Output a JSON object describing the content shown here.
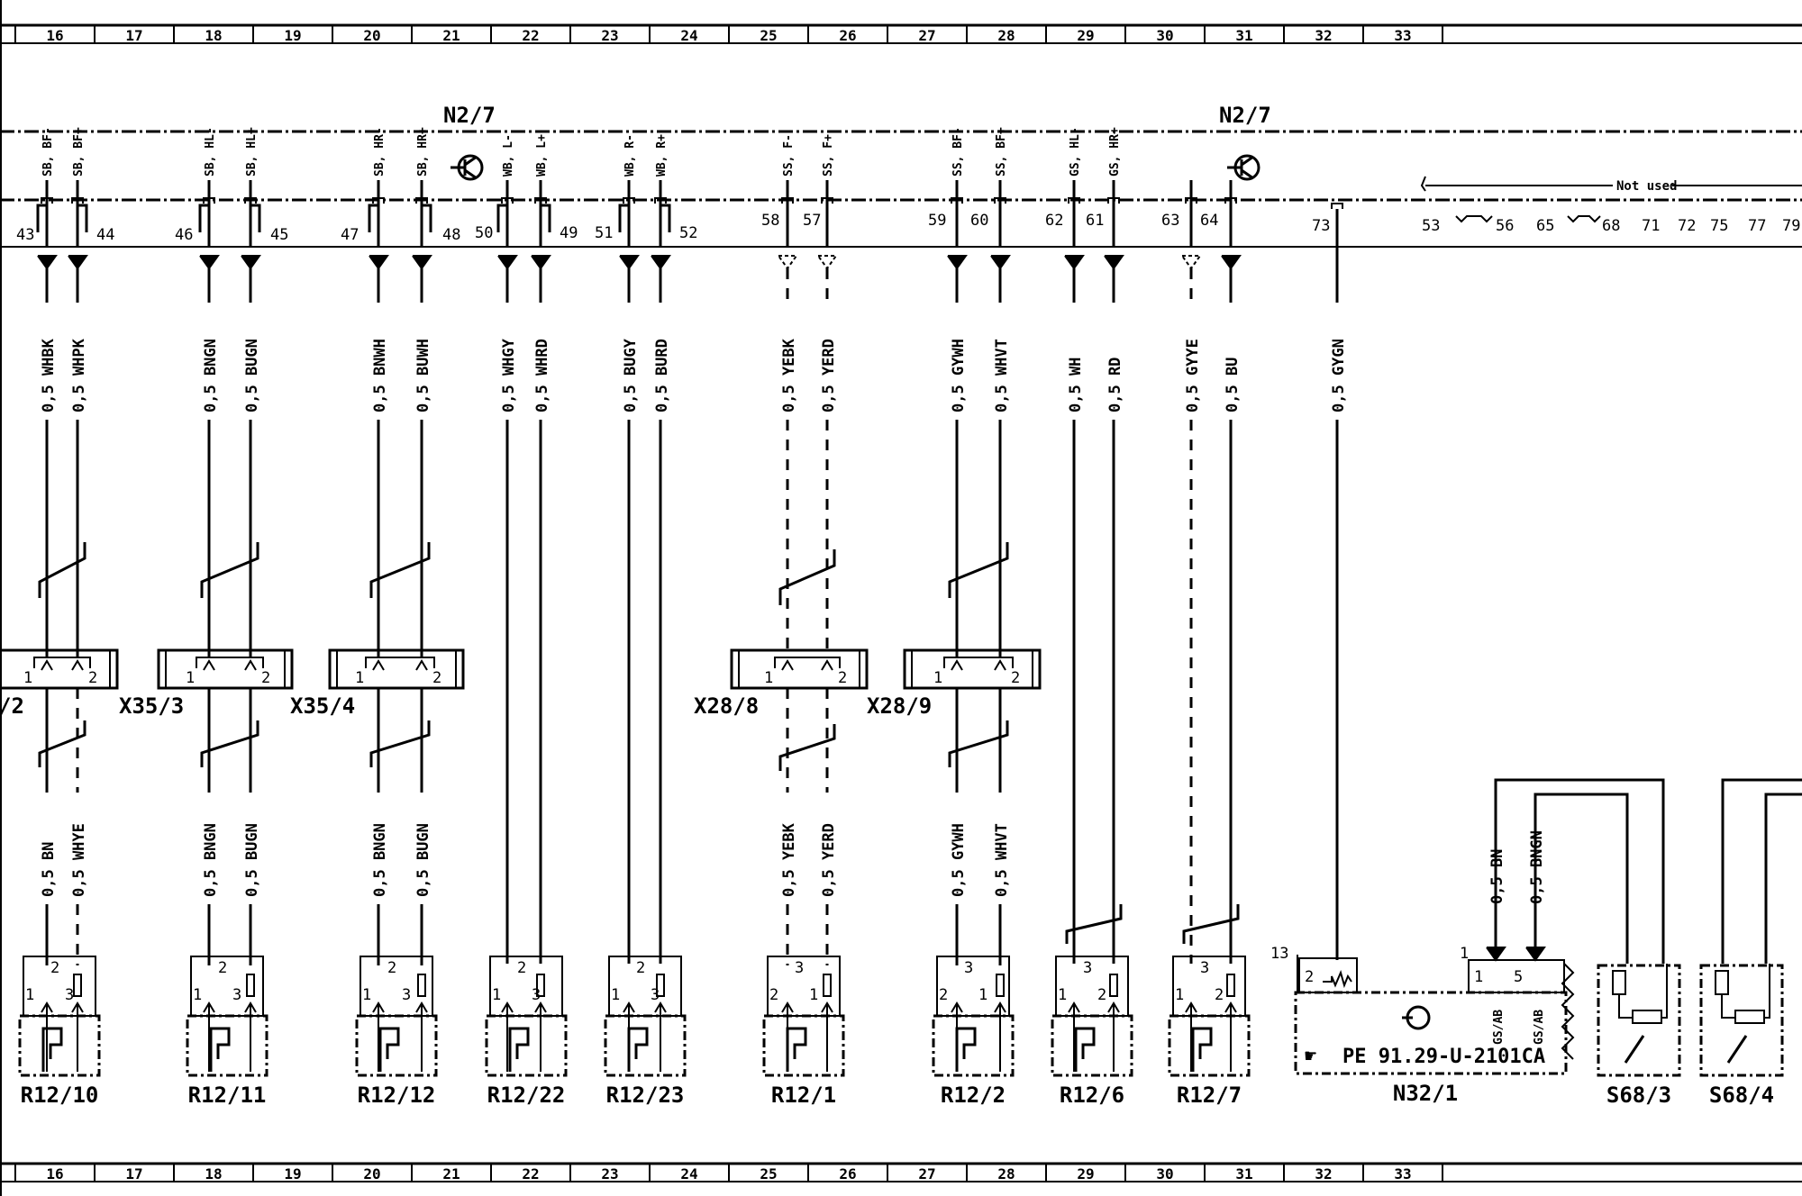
{
  "grid_numbers": [
    "16",
    "17",
    "18",
    "19",
    "20",
    "21",
    "22",
    "23",
    "24",
    "25",
    "26",
    "27",
    "28",
    "29",
    "30",
    "31",
    "32",
    "33"
  ],
  "module_labels": [
    "N2/7",
    "N2/7"
  ],
  "connectors": [
    "/2",
    "X35/3",
    "X35/4",
    "X28/8",
    "X28/9"
  ],
  "components": [
    "R12/10",
    "R12/11",
    "R12/12",
    "R12/22",
    "R12/23",
    "R12/1",
    "R12/2",
    "R12/6",
    "R12/7",
    "N32/1",
    "S68/3",
    "S68/4"
  ],
  "reference": "PE 91.29-U-2101CA",
  "not_used": "Not used",
  "bus_pins_left": [
    "43",
    "44",
    "46",
    "45",
    "47",
    "48",
    "50",
    "49",
    "51",
    "52",
    "58",
    "57",
    "59",
    "60",
    "62",
    "61",
    "63",
    "64",
    "73"
  ],
  "bus_pins_right": [
    "53",
    "56",
    "65",
    "68",
    "71",
    "72",
    "75",
    "77",
    "79"
  ],
  "pin_labels": [
    "SB, BF-",
    "SB, BF+",
    "SB, HL-",
    "SB, HL+",
    "SB, HR-",
    "SB, HR+",
    "WB, L-",
    "WB, L+",
    "WB, R-",
    "WB, R+",
    "SS, F-",
    "SS, F+",
    "SS, BF-",
    "SS, BF+",
    "GS, HL-",
    "GS, HR+"
  ],
  "wires_upper": [
    "0,5 WHBK",
    "0,5 WHPK",
    "0,5 BNGN",
    "0,5 BUGN",
    "0,5 BNWH",
    "0,5 BUWH",
    "0,5 WHGY",
    "0,5 WHRD",
    "0,5 BUGY",
    "0,5 BURD",
    "0,5 YEBK",
    "0,5 YERD",
    "0,5 GYWH",
    "0,5 WHVT",
    "0,5 WH",
    "0,5 RD",
    "0,5 GYYE",
    "0,5 BU",
    "0,5 GYGN"
  ],
  "wires_lower": [
    "0,5 BN",
    "0,5 WHYE",
    "0,5 BNGN",
    "0,5 BUGN",
    "0,5 BNGN",
    "0,5 BUGN",
    "0,5 YEBK",
    "0,5 YERD",
    "0,5 GYWH",
    "0,5 WHVT",
    "0,5 BN",
    "0,5 BNGN"
  ],
  "n32_labels": [
    "13",
    "2",
    "1",
    "1",
    "5",
    "GS/AB",
    "GS/AB"
  ],
  "comp_pins": [
    "1",
    "2",
    "3"
  ],
  "conn_pins": [
    "1",
    "2"
  ]
}
